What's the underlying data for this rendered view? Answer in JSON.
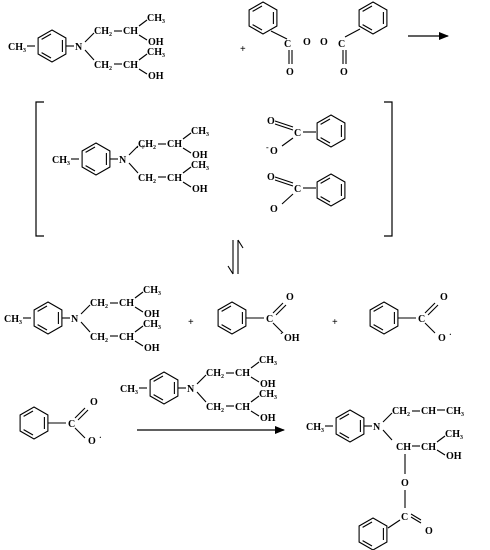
{
  "atoms": {
    "ch3": "CH₃",
    "ch2": "CH₂",
    "ch": "CH",
    "oh": "OH",
    "n": "N",
    "c": "C",
    "o": "O",
    "plus": "+",
    "minus": "-",
    "dot": "·",
    "n_charge": "· +"
  }
}
